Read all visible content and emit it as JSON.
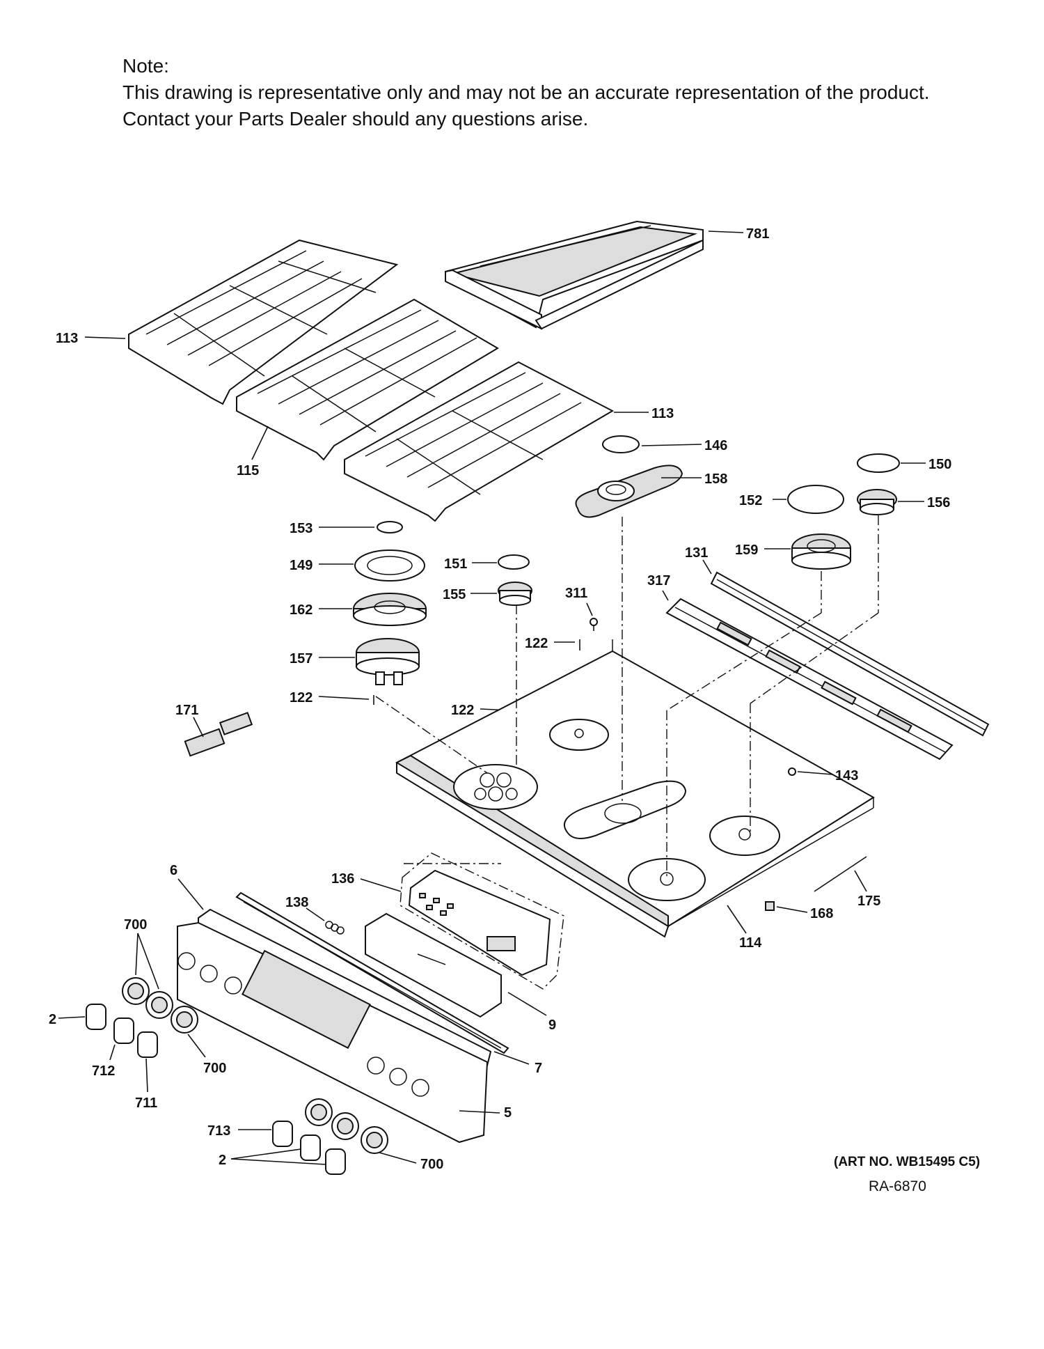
{
  "note": {
    "heading": "Note:",
    "line1": "This drawing is representative only and may not be an accurate representation of the product.",
    "line2": "Contact your Parts Dealer should any questions arise."
  },
  "labels": {
    "p781": "781",
    "p113a": "113",
    "p113b": "113",
    "p115": "115",
    "p146": "146",
    "p158": "158",
    "p150": "150",
    "p152": "152",
    "p156": "156",
    "p153": "153",
    "p149": "149",
    "p151": "151",
    "p162": "162",
    "p155": "155",
    "p311": "311",
    "p131": "131",
    "p317": "317",
    "p159": "159",
    "p122a": "122",
    "p122b": "122",
    "p122c": "122",
    "p157": "157",
    "p171": "171",
    "p143": "143",
    "p136": "136",
    "p6": "6",
    "p138": "138",
    "p700a": "700",
    "p700b": "700",
    "p700c": "700",
    "p2a": "2",
    "p2b": "2",
    "p712": "712",
    "p711": "711",
    "p713": "713",
    "p9": "9",
    "p7": "7",
    "p5": "5",
    "p175": "175",
    "p168": "168",
    "p114": "114"
  },
  "footer": {
    "art_no": "(ART NO. WB15495 C5)",
    "ra": "RA-6870"
  }
}
